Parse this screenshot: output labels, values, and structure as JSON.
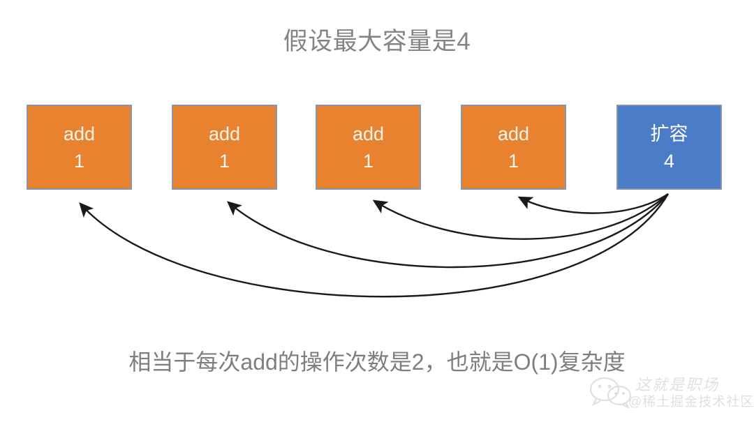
{
  "title": "假设最大容量是4",
  "caption": "相当于每次add的操作次数是2，也就是O(1)复杂度",
  "colors": {
    "orange_fill": "#e8822f",
    "blue_fill": "#4a7cc8",
    "box_border": "#8496b0",
    "box_text": "#fdf4ec",
    "title_text": "#848484",
    "caption_text": "#7e7e7e",
    "arrow_stroke": "#1a1a1a",
    "background": "#ffffff"
  },
  "boxes": [
    {
      "label": "add",
      "value": "1",
      "kind": "orange"
    },
    {
      "label": "add",
      "value": "1",
      "kind": "orange"
    },
    {
      "label": "add",
      "value": "1",
      "kind": "orange"
    },
    {
      "label": "add",
      "value": "1",
      "kind": "orange"
    },
    {
      "label": "扩容",
      "value": "4",
      "kind": "blue"
    }
  ],
  "arrows": {
    "count": 4,
    "source_label": "扩容",
    "targets": [
      "add 1 (1st)",
      "add 1 (2nd)",
      "add 1 (3rd)",
      "add 1 (4th)"
    ]
  },
  "watermark": {
    "line1": "这就是职场",
    "line2": "@稀土掘金技术社区",
    "icon": "wechat-icon"
  }
}
